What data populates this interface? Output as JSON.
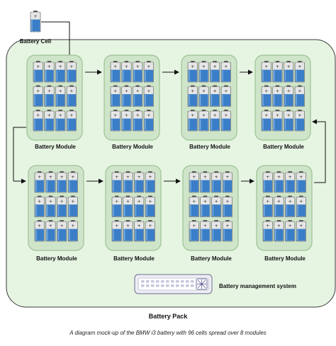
{
  "diagram": {
    "cell_label": "Battery Cell",
    "module_label": "Battery Module",
    "bms_label": "Battery management system",
    "pack_label": "Battery Pack",
    "caption": "A diagram mock-up of the BMW i3 battery with 96 cells spread over 8 modules",
    "module_count": 8,
    "cells_per_module": 12,
    "icons": [
      "battery-cell-icon",
      "bms-device-icon",
      "arrow-icon"
    ]
  },
  "colors": {
    "pack_fill": "#e6f4e2",
    "pack_stroke": "#3a3a3a",
    "module_fill": "#cfe5c9",
    "module_stroke": "#9cc294",
    "cell_blue": "#3a7ec8",
    "cell_blue_light": "#6fa8e0",
    "cell_cap": "#e6e6e6",
    "bms_fill": "#eeeef6",
    "bms_stroke": "#6c6c8c"
  }
}
